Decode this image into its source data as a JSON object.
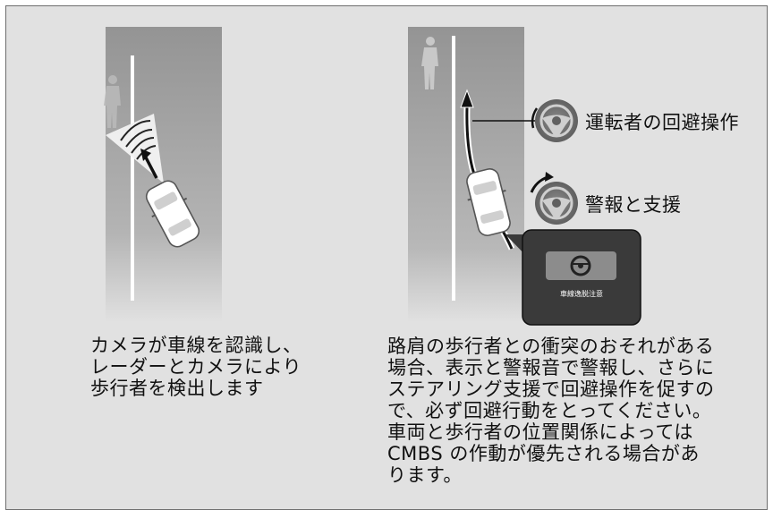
{
  "left_panel": {
    "caption": "カメラが車線を認識し、\nレーダーとカメラにより\n歩行者を検出します"
  },
  "right_panel": {
    "label_avoidance": "運転者の回避操作",
    "label_warning": "警報と支援",
    "display_message": "車線逸脱注意",
    "caption": "路肩の歩行者との衝突のおそれがある\n場合、表示と警報音で警報し、さらに\nステアリング支援で回避操作を促すの\nで、必ず回避行動をとってください。\n車両と歩行者の位置関係によっては\nCMBS の作動が優先される場合があ\nります。"
  },
  "colors": {
    "road_top": "#949494",
    "road_bottom": "#d6d6d6",
    "background": "#e1e1e1",
    "display_panel": "#3a3a3a",
    "arrow": "#111111"
  },
  "icons": [
    "pedestrian-icon",
    "car-icon",
    "radar-sweep-icon",
    "steering-wheel-icon",
    "warning-display-icon"
  ]
}
